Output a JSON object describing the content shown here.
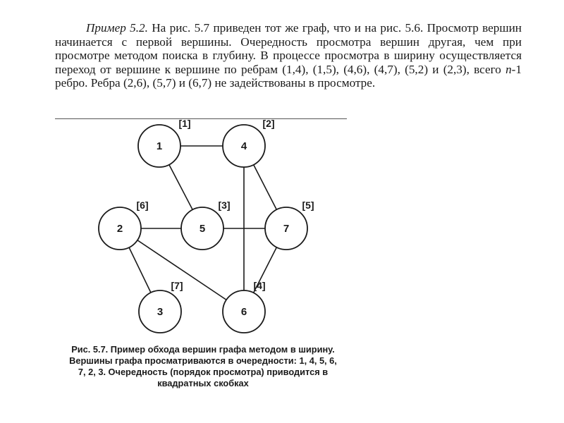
{
  "text": {
    "lead": "Пример 5.2.",
    "part1": " На рис. 5.7 приведен тот же граф, что и на рис. 5.6. Просмотр вершин начинается с первой вершины. Очередность просмотра вершин другая, чем при просмотре методом поиска в глубину. В процессе просмотра в ширину осуществляется переход от вершине к вершине по ребрам (1,4), (1,5), (4,6), (4,7), (5,2) и (2,3), всего ",
    "var": "n",
    "part2": "-1 ребро. Ребра (2,6), (5,7) и (6,7) не задействованы в просмотре."
  },
  "graph": {
    "nodes": [
      {
        "id": "1",
        "order": "[1]"
      },
      {
        "id": "4",
        "order": "[2]"
      },
      {
        "id": "5",
        "order": "[3]"
      },
      {
        "id": "6",
        "order": "[4]"
      },
      {
        "id": "7",
        "order": "[5]"
      },
      {
        "id": "2",
        "order": "[6]"
      },
      {
        "id": "3",
        "order": "[7]"
      }
    ],
    "edges": [
      [
        "1",
        "4"
      ],
      [
        "1",
        "5"
      ],
      [
        "4",
        "6"
      ],
      [
        "4",
        "7"
      ],
      [
        "5",
        "2"
      ],
      [
        "2",
        "3"
      ],
      [
        "2",
        "6"
      ],
      [
        "5",
        "7"
      ],
      [
        "6",
        "7"
      ]
    ]
  },
  "caption": {
    "line1": "Рис. 5.7. Пример обхода вершин графа методом в ширину.",
    "line2": "Вершины графа просматриваются в очередности: 1, 4, 5, 6,",
    "line3": "7, 2, 3. Очередность (порядок просмотра) приводится в",
    "line4": "квадратных скобках"
  }
}
